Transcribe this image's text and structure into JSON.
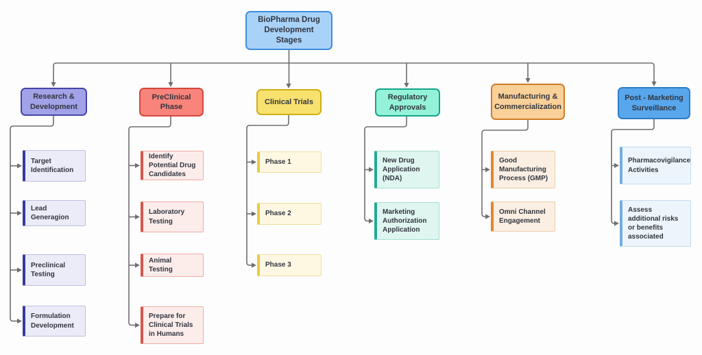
{
  "title": {
    "label": "BioPharma Drug Development Stages"
  },
  "theme": {
    "background": "#fdfdfd",
    "line_color": "#6e6e6e",
    "text_color": "#31353e",
    "root": {
      "bg": "#a9d2f8",
      "border": "#3d8dde"
    }
  },
  "columns": [
    {
      "id": "research-development",
      "label": "Research & Development",
      "colors": {
        "header_bg": "#a2a2e8",
        "header_border": "#4343a8",
        "item_bg": "#ececf9",
        "item_border": "#bcbee0",
        "item_accent": "#39399b"
      },
      "items": [
        {
          "label": "Target Identification"
        },
        {
          "label": "Lead Generagion"
        },
        {
          "label": "Preclinical Testing"
        },
        {
          "label": "Formulation Development"
        }
      ]
    },
    {
      "id": "preclinical-phase",
      "label": "PreClinical Phase",
      "colors": {
        "header_bg": "#f8847c",
        "header_border": "#d4473c",
        "item_bg": "#fcedeb",
        "item_border": "#f0aba4",
        "item_accent": "#d6564c"
      },
      "items": [
        {
          "label": "Identify Potential Drug Candidates"
        },
        {
          "label": "Laboratory Testing"
        },
        {
          "label": "Animal Testing"
        },
        {
          "label": "Prepare for Clinical Trials in Humans"
        }
      ]
    },
    {
      "id": "clinical-trials",
      "label": "Clinical Trials",
      "colors": {
        "header_bg": "#f8e16e",
        "header_border": "#d0ae15",
        "item_bg": "#fef8e3",
        "item_border": "#eede9f",
        "item_accent": "#eeca3c"
      },
      "items": [
        {
          "label": "Phase 1"
        },
        {
          "label": "Phase 2"
        },
        {
          "label": "Phase 3"
        }
      ]
    },
    {
      "id": "regulatory-approvals",
      "label": "Regulatory Approvals",
      "colors": {
        "header_bg": "#94f2d8",
        "header_border": "#14a389",
        "item_bg": "#dff5f0",
        "item_border": "#a5dfd3",
        "item_accent": "#24a894"
      },
      "items": [
        {
          "label": "New Drug Application (NDA)"
        },
        {
          "label": "Marketing Authorization Application"
        }
      ]
    },
    {
      "id": "manufacturing-commercialization",
      "label": "Manufacturing & Commercialization",
      "colors": {
        "header_bg": "#fad099",
        "header_border": "#cf7b25",
        "item_bg": "#fbefe3",
        "item_border": "#eecba6",
        "item_accent": "#e0862d"
      },
      "items": [
        {
          "label": "Good Manufacturing Process (GMP)"
        },
        {
          "label": "Omni Channel Engagement"
        }
      ]
    },
    {
      "id": "post-marketing-surveillance",
      "label": "Post - Marketing Surveillance",
      "colors": {
        "header_bg": "#58a6ec",
        "header_border": "#2e7cc6",
        "item_bg": "#edf5fc",
        "item_border": "#c5dbee",
        "item_accent": "#74acdf"
      },
      "items": [
        {
          "label": "Pharmacovigilance Activities"
        },
        {
          "label": "Assess additional risks or benefits associated"
        }
      ]
    }
  ]
}
